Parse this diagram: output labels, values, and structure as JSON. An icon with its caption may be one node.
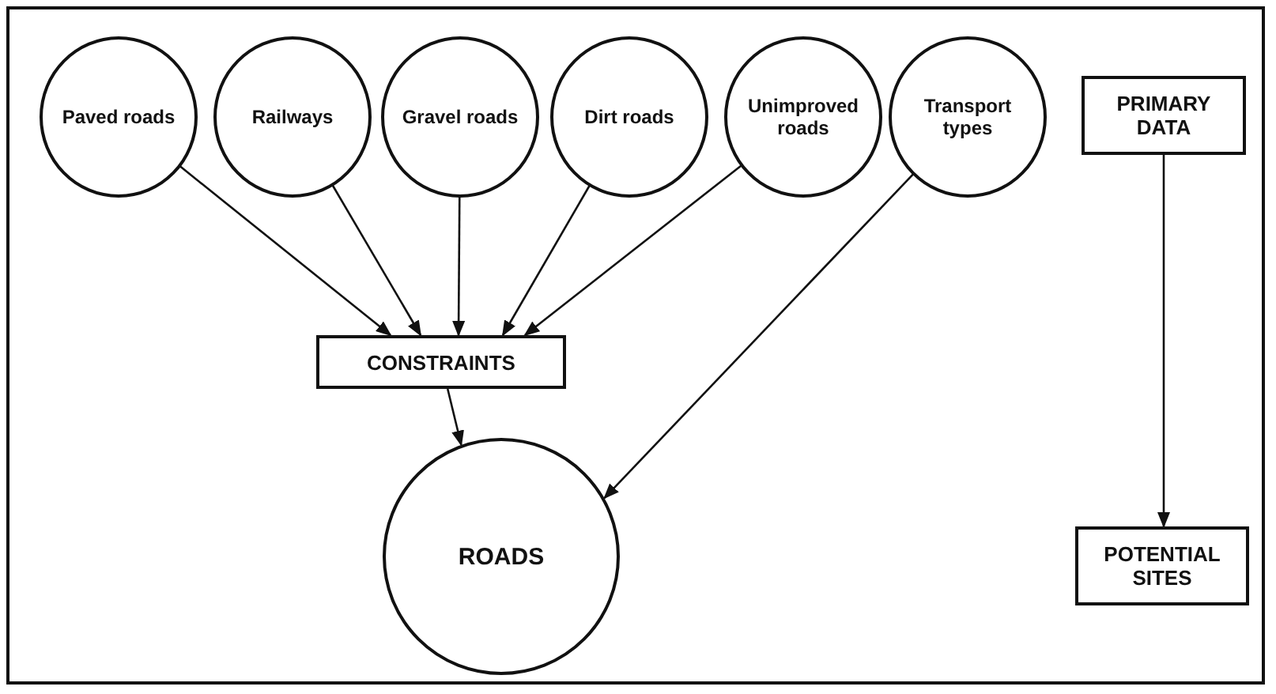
{
  "diagram": {
    "nodes": [
      {
        "text": [
          "Paved roads"
        ]
      },
      {
        "text": [
          "Railways"
        ]
      },
      {
        "text": [
          "Gravel roads"
        ]
      },
      {
        "text": [
          "Dirt roads"
        ]
      },
      {
        "text": [
          "Unimproved roads"
        ]
      },
      {
        "text": [
          "Transport types"
        ]
      },
      {
        "text": [
          "PRIMARY DATA"
        ]
      },
      {
        "text": [
          "CONSTRAINTS"
        ]
      },
      {
        "text": [
          "ROADS"
        ]
      },
      {
        "text": [
          "POTENTIAL SITES"
        ]
      }
    ],
    "edges": [
      {
        "from": 0,
        "to": 7,
        "arrow": "to"
      },
      {
        "from": 1,
        "to": 7,
        "arrow": "to"
      },
      {
        "from": 2,
        "to": 7,
        "arrow": "to"
      },
      {
        "from": 3,
        "to": 7,
        "arrow": "to"
      },
      {
        "from": 4,
        "to": 7,
        "arrow": "to"
      },
      {
        "from": 5,
        "to": 8,
        "arrow": "to"
      },
      {
        "from": 7,
        "to": 8,
        "arrow": "to"
      },
      {
        "from": 6,
        "to": 9,
        "arrow": "to"
      }
    ]
  }
}
